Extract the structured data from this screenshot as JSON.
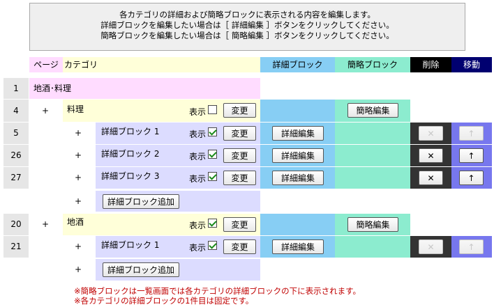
{
  "info": {
    "line1": "各カテゴリの詳細および簡略ブロックに表示される内容を編集します。",
    "line2": "詳細ブロックを編集したい場合は［ 詳細編集 ］ボタンをクリックしてください。",
    "line3": "簡略ブロックを編集したい場合は［ 簡略編集 ］ボタンをクリックしてください。"
  },
  "headers": {
    "page": "ページ",
    "category": "カテゴリ",
    "detail": "詳細ブロック",
    "summary": "簡略ブロック",
    "delete": "削除",
    "move": "移動"
  },
  "labels": {
    "plus": "+",
    "show": "表示",
    "change": "変更",
    "detail_edit": "詳細編集",
    "summary_edit": "簡略編集",
    "add_detail": "詳細ブロック追加",
    "delete_symbol": "✕",
    "up_symbol": "↑"
  },
  "rows": {
    "page1": {
      "page": "1",
      "title": "地酒･料理"
    },
    "cat1": {
      "page": "4",
      "title": "料理",
      "show": false
    },
    "d1": {
      "page": "5",
      "title": "詳細ブロック 1",
      "show": true
    },
    "d2": {
      "page": "26",
      "title": "詳細ブロック 2",
      "show": true
    },
    "d3": {
      "page": "27",
      "title": "詳細ブロック 3",
      "show": true
    },
    "cat2": {
      "page": "20",
      "title": "地酒",
      "show": true
    },
    "d4": {
      "page": "21",
      "title": "詳細ブロック 1",
      "show": true
    }
  },
  "notes": {
    "line1": "※簡略ブロックは一覧画面では各カテゴリの詳細ブロックの下に表示されます。",
    "line2": "※各カテゴリの詳細ブロックの1件目は固定です。"
  },
  "colors": {
    "page_header": "#ffdcff",
    "category_row": "#ffffd9",
    "detail_row": "#dcdcff",
    "detail_col": "#87cef4",
    "summary_col": "#8ceccf",
    "delete_col": "#333333",
    "move_col": "#7777ee"
  }
}
